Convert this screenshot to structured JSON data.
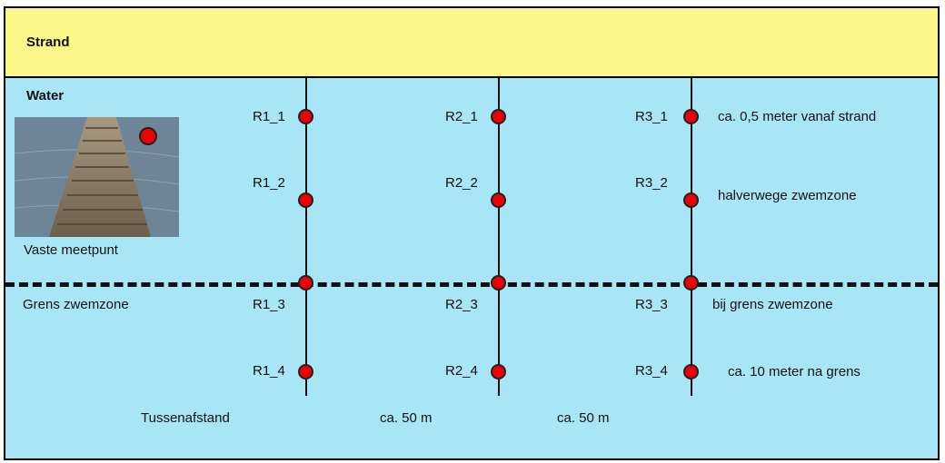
{
  "beach": {
    "label": "Strand"
  },
  "water": {
    "label": "Water"
  },
  "fixed_point": {
    "label": "Vaste meetpunt"
  },
  "boundary": {
    "label": "Grens zwemzone"
  },
  "rows": [
    {
      "points": [
        "R1_1",
        "R1_2",
        "R1_3",
        "R1_4"
      ]
    },
    {
      "points": [
        "R2_1",
        "R2_2",
        "R2_3",
        "R2_4"
      ]
    },
    {
      "points": [
        "R3_1",
        "R3_2",
        "R3_3",
        "R3_4"
      ]
    }
  ],
  "descriptions": [
    "ca. 0,5 meter vanaf strand",
    "halverwege zwemzone",
    "bij grens zwemzone",
    "ca. 10 meter na grens"
  ],
  "spacing": {
    "label": "Tussenafstand",
    "distances": [
      "ca. 50 m",
      "ca. 50 m"
    ]
  },
  "colors": {
    "beach": "#fbf788",
    "water": "#a8e6f7",
    "point": "#ee0000",
    "line": "#111111"
  }
}
